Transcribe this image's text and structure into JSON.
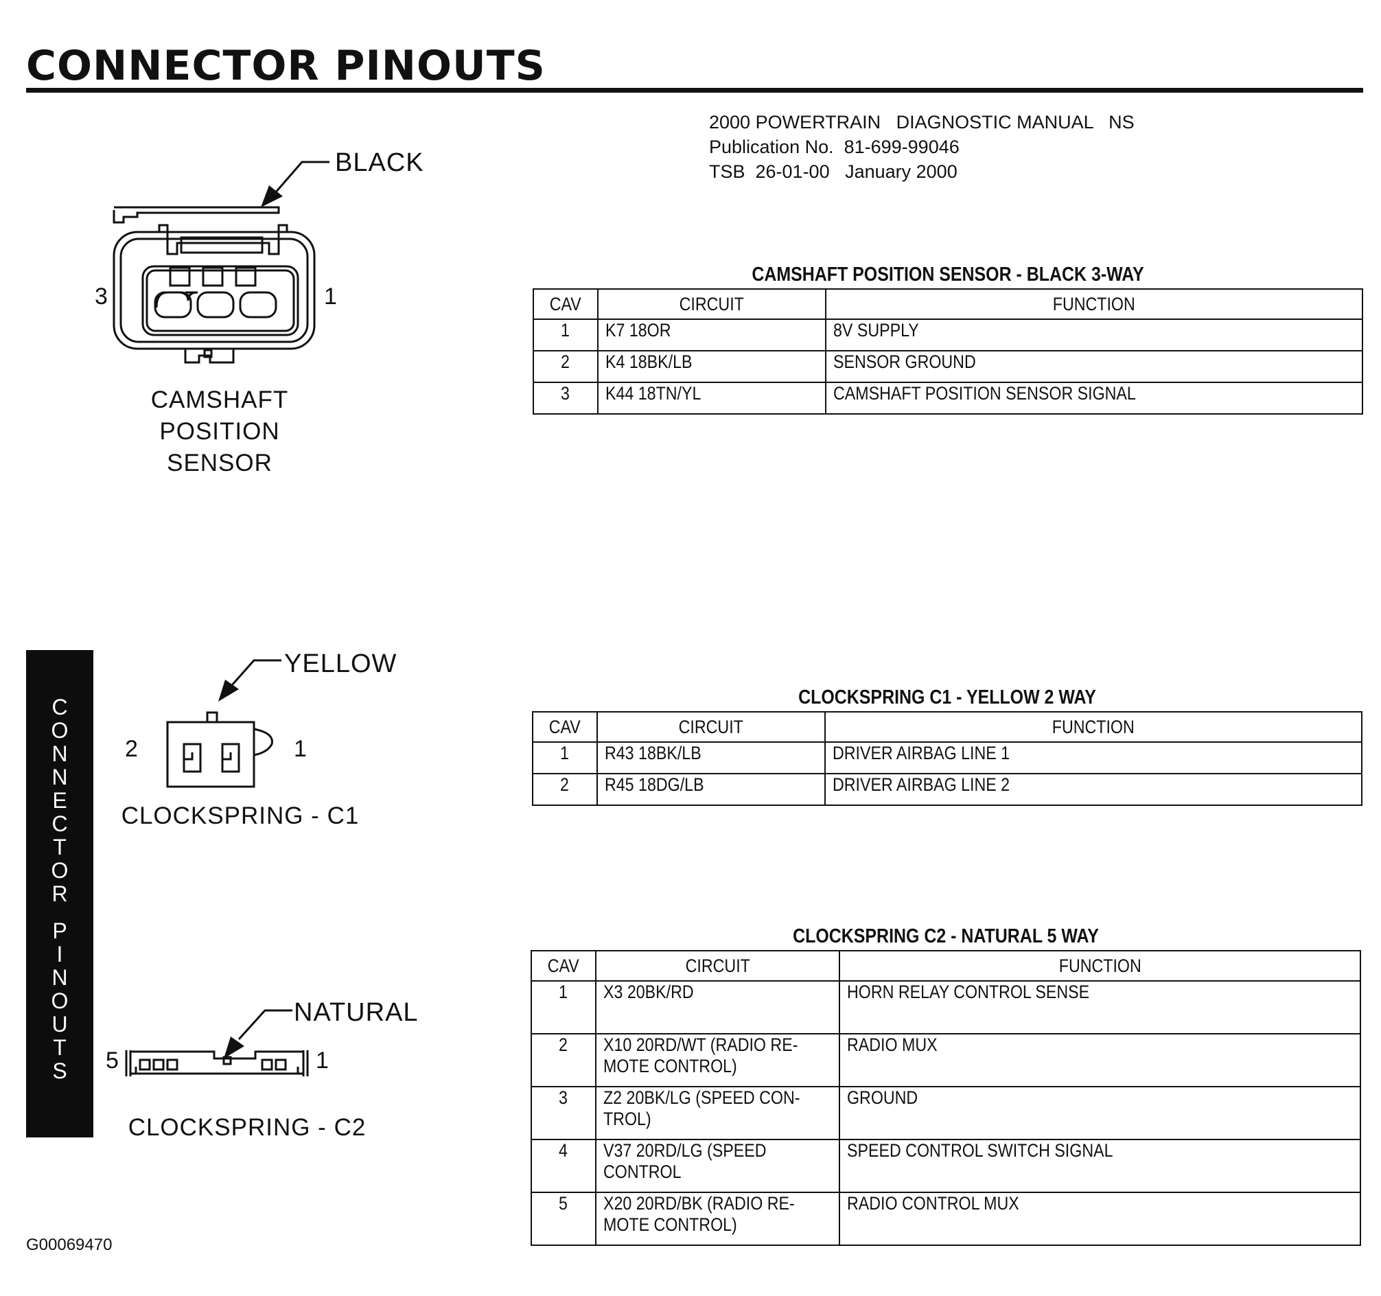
{
  "page": {
    "title": "CONNECTOR PINOUTS",
    "side_tab": "CONNECTOR PINOUTS",
    "figure_id": "G00069470"
  },
  "publication": {
    "line1": "2000 POWERTRAIN   DIAGNOSTIC MANUAL   NS",
    "line2": "Publication No.  81-699-99046",
    "line3": "TSB  26-01-00   January 2000"
  },
  "connectors": [
    {
      "color": "BLACK",
      "name_lines": [
        "CAMSHAFT",
        "POSITION",
        "SENSOR"
      ],
      "pin_left": "3",
      "pin_right": "1"
    },
    {
      "color": "YELLOW",
      "name_lines": [
        "CLOCKSPRING - C1"
      ],
      "pin_left": "2",
      "pin_right": "1"
    },
    {
      "color": "NATURAL",
      "name_lines": [
        "CLOCKSPRING - C2"
      ],
      "pin_left": "5",
      "pin_right": "1"
    }
  ],
  "tables": [
    {
      "title": "CAMSHAFT POSITION SENSOR - BLACK 3-WAY",
      "headers": [
        "CAV",
        "CIRCUIT",
        "FUNCTION"
      ],
      "rows": [
        [
          "1",
          "K7 18OR",
          "8V SUPPLY"
        ],
        [
          "2",
          "K4 18BK/LB",
          "SENSOR GROUND"
        ],
        [
          "3",
          "K44 18TN/YL",
          "CAMSHAFT POSITION SENSOR SIGNAL"
        ]
      ]
    },
    {
      "title": "CLOCKSPRING C1 - YELLOW 2 WAY",
      "headers": [
        "CAV",
        "CIRCUIT",
        "FUNCTION"
      ],
      "rows": [
        [
          "1",
          "R43 18BK/LB",
          "DRIVER AIRBAG LINE 1"
        ],
        [
          "2",
          "R45 18DG/LB",
          "DRIVER AIRBAG LINE 2"
        ]
      ]
    },
    {
      "title": "CLOCKSPRING C2 - NATURAL 5 WAY",
      "headers": [
        "CAV",
        "CIRCUIT",
        "FUNCTION"
      ],
      "rows": [
        [
          "1",
          "X3 20BK/RD",
          "",
          "HORN RELAY CONTROL SENSE"
        ],
        [
          "2",
          "X10 20RD/WT (RADIO RE-",
          "MOTE CONTROL)",
          "RADIO MUX"
        ],
        [
          "3",
          "Z2 20BK/LG (SPEED CON-",
          "TROL)",
          "GROUND"
        ],
        [
          "4",
          "V37 20RD/LG (SPEED",
          "CONTROL",
          "SPEED CONTROL SWITCH SIGNAL"
        ],
        [
          "5",
          "X20 20RD/BK (RADIO RE-",
          "MOTE CONTROL)",
          "RADIO CONTROL MUX"
        ]
      ]
    }
  ]
}
